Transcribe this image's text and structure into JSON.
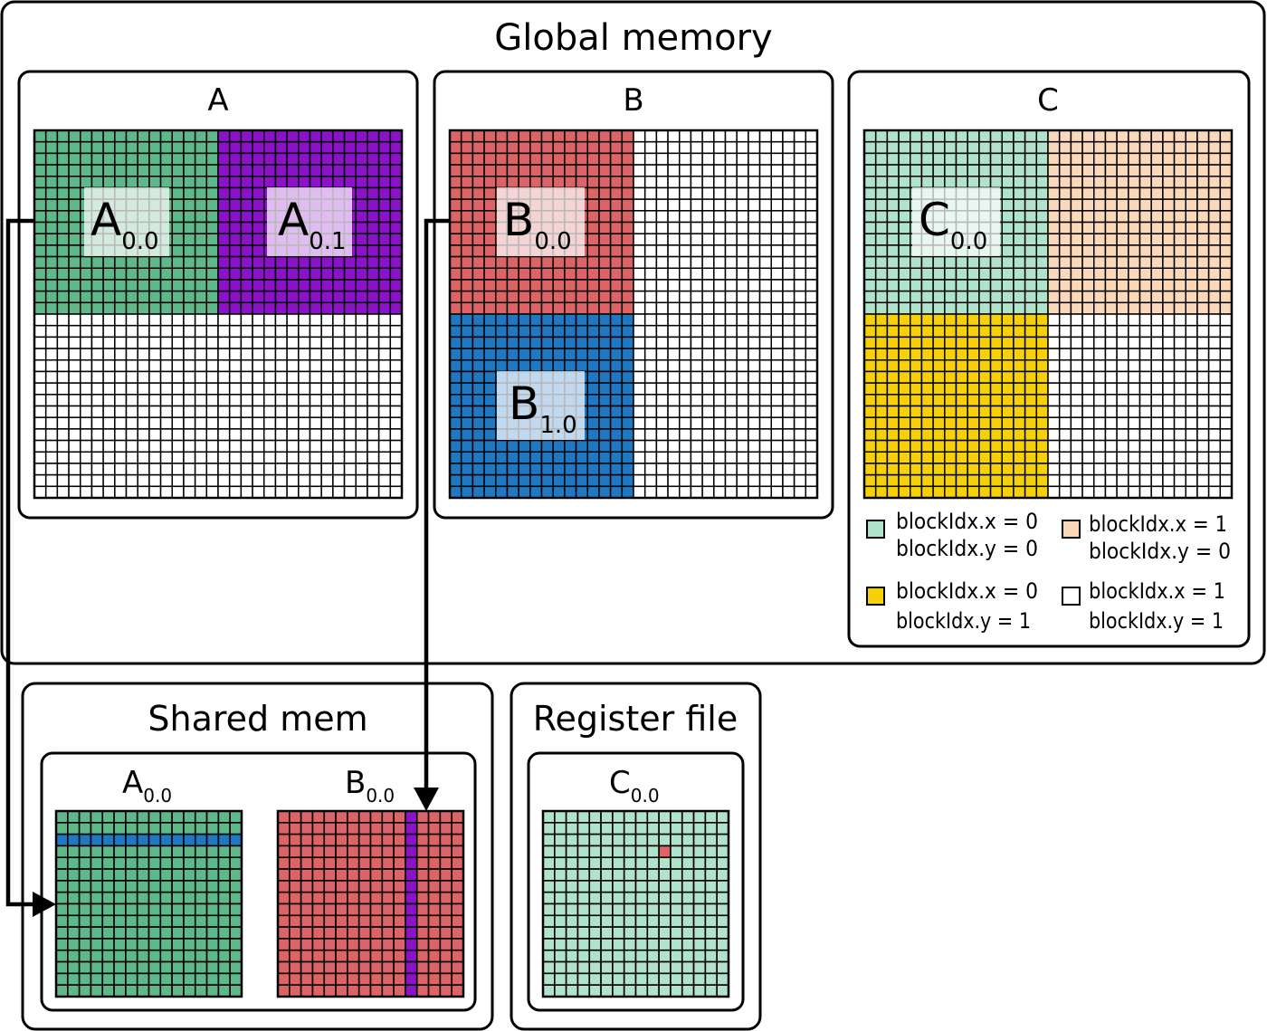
{
  "colors": {
    "green": "#5fb88a",
    "purple": "#8b12c9",
    "red": "#dc6464",
    "blue": "#1f78c1",
    "mint": "#b0e3cc",
    "peach": "#fbd8b9",
    "yellow": "#f6d10a",
    "white": "#ffffff",
    "gridline": "#000000"
  },
  "global_memory": {
    "title": "Global memory",
    "matrix_a": {
      "title": "A",
      "tiles": [
        {
          "label": "A",
          "sub": "0.0"
        },
        {
          "label": "A",
          "sub": "0.1"
        }
      ]
    },
    "matrix_b": {
      "title": "B",
      "tiles": [
        {
          "label": "B",
          "sub": "0.0"
        },
        {
          "label": "B",
          "sub": "1.0"
        }
      ]
    },
    "matrix_c": {
      "title": "C",
      "tiles": [
        {
          "label": "C",
          "sub": "0.0"
        }
      ],
      "legend": [
        {
          "line1": "blockIdx.x = 0",
          "line2": "blockIdx.y = 0",
          "color": "#b0e3cc"
        },
        {
          "line1": "blockIdx.x = 1",
          "line2": "blockIdx.y = 0",
          "color": "#fbd8b9"
        },
        {
          "line1": "blockIdx.x = 0",
          "line2": "blockIdx.y = 1",
          "color": "#f6d10a"
        },
        {
          "line1": "blockIdx.x = 1",
          "line2": "blockIdx.y = 1",
          "color": "#ffffff"
        }
      ]
    }
  },
  "shared_mem": {
    "title": "Shared mem",
    "tile_a": {
      "label": "A",
      "sub": "0.0"
    },
    "tile_b": {
      "label": "B",
      "sub": "0.0"
    }
  },
  "register_file": {
    "title": "Register file",
    "tile_c": {
      "label": "C",
      "sub": "0.0"
    }
  }
}
